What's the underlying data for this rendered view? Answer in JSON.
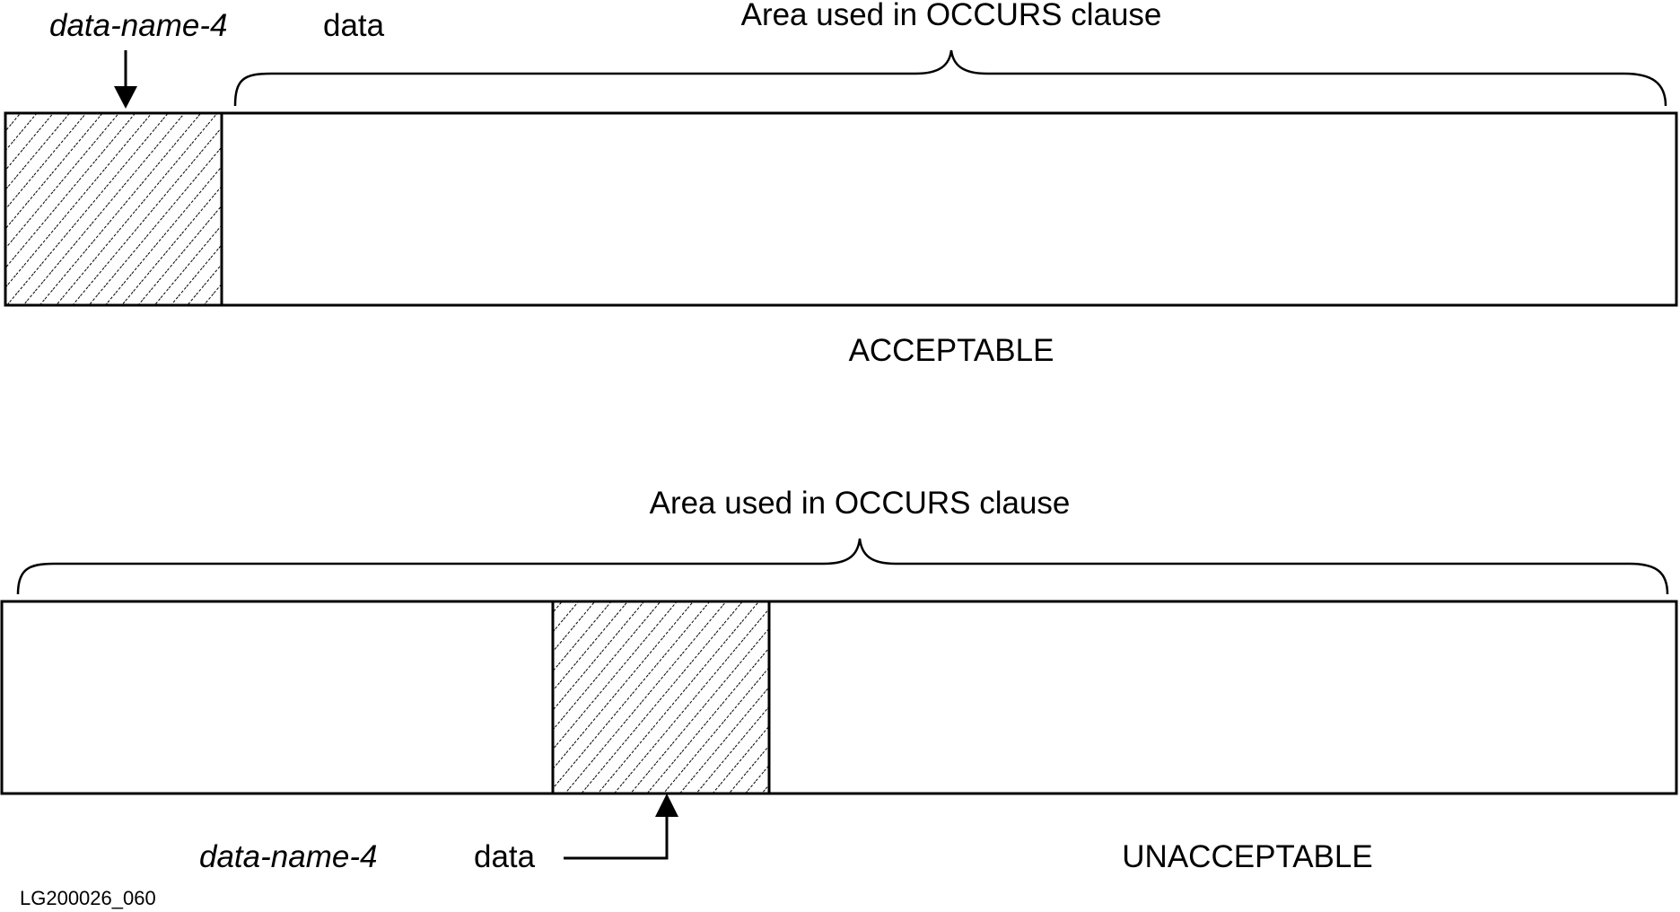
{
  "top_panel": {
    "field_name": "data-name-4",
    "field_label": "data",
    "brace_label": "Area used in OCCURS clause",
    "verdict": "ACCEPTABLE"
  },
  "bottom_panel": {
    "field_name": "data-name-4",
    "field_label": "data",
    "brace_label": "Area used in OCCURS clause",
    "verdict": "UNACCEPTABLE"
  },
  "figure_id": "LG200026_060",
  "colors": {
    "stroke": "#000000",
    "background": "#ffffff"
  }
}
